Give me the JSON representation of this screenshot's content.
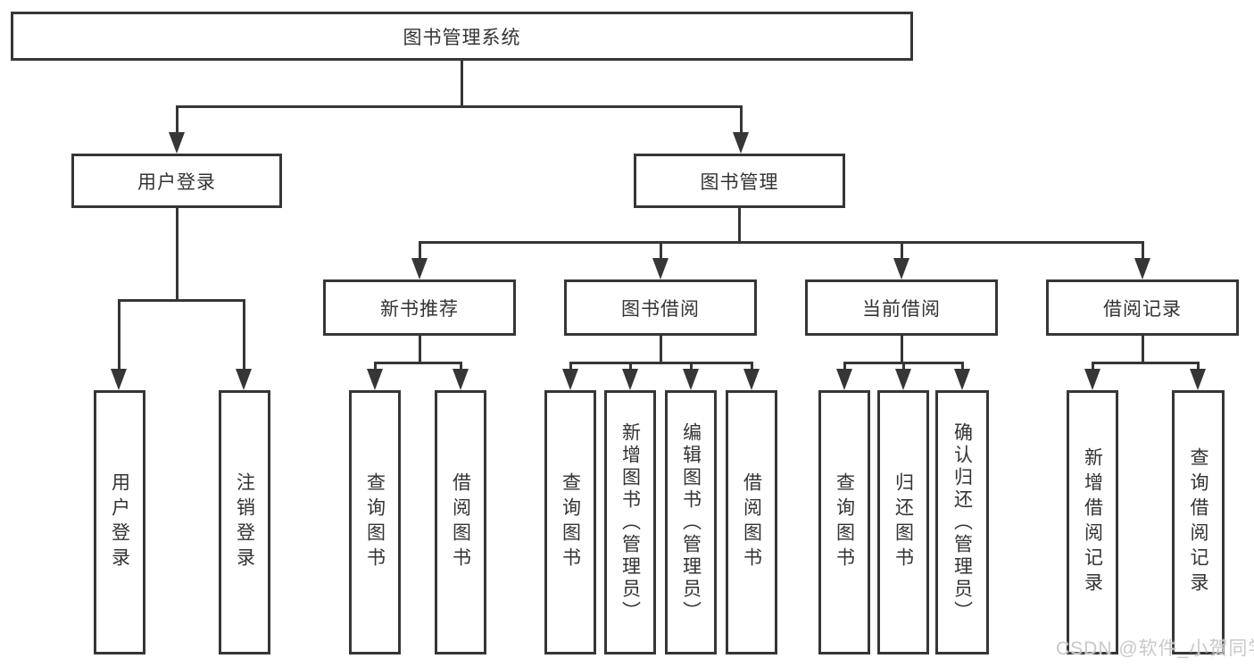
{
  "diagram": {
    "root_label": "图书管理系统",
    "user_login": {
      "label": "用户登录",
      "children": [
        "用户登录",
        "注销登录"
      ]
    },
    "book_mgmt": {
      "label": "图书管理",
      "sections": [
        {
          "label": "新书推荐",
          "children": [
            "查询图书",
            "借阅图书"
          ]
        },
        {
          "label": "图书借阅",
          "children": [
            "查询图书",
            "新增图书（管理员）",
            "编辑图书（管理员）",
            "借阅图书"
          ]
        },
        {
          "label": "当前借阅",
          "children": [
            "查询图书",
            "归还图书",
            "确认归还（管理员）"
          ]
        },
        {
          "label": "借阅记录",
          "children": [
            "新增借阅记录",
            "查询借阅记录"
          ]
        }
      ]
    }
  },
  "watermark": "CSDN @软件_小贺同学",
  "colors": {
    "line": "#363636",
    "text": "#333333",
    "watermark": "#c9c9c9",
    "background": "#ffffff"
  }
}
